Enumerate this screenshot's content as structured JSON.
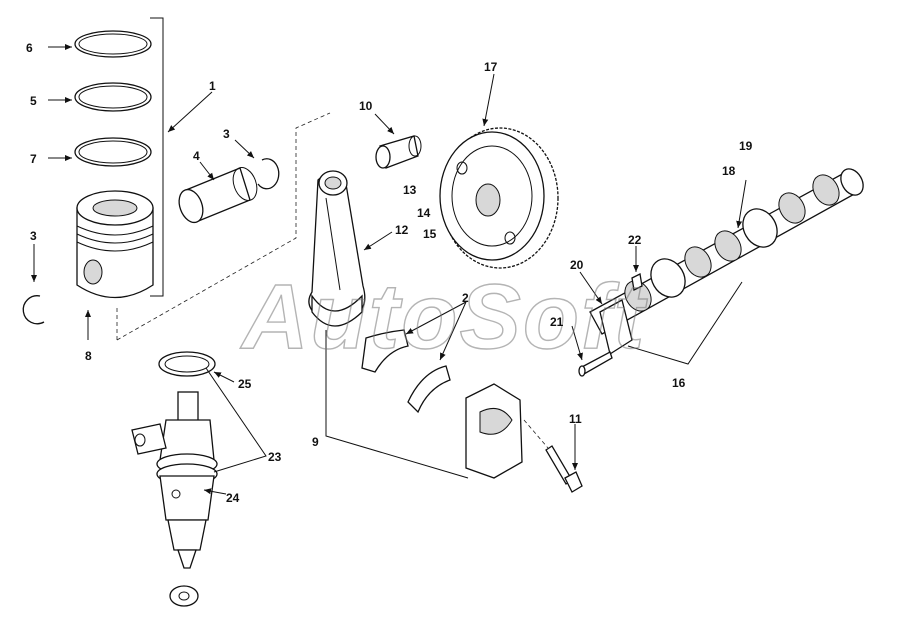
{
  "watermark": "AutoSoft",
  "callouts": {
    "c1": "1",
    "c2": "2",
    "c3a": "3",
    "c3b": "3",
    "c4": "4",
    "c5": "5",
    "c6": "6",
    "c7": "7",
    "c8": "8",
    "c9": "9",
    "c10": "10",
    "c11": "11",
    "c12": "12",
    "c13": "13",
    "c14": "14",
    "c15": "15",
    "c16": "16",
    "c17": "17",
    "c18": "18",
    "c19": "19",
    "c20": "20",
    "c21": "21",
    "c22": "22",
    "c23": "23",
    "c24": "24",
    "c25": "25"
  }
}
